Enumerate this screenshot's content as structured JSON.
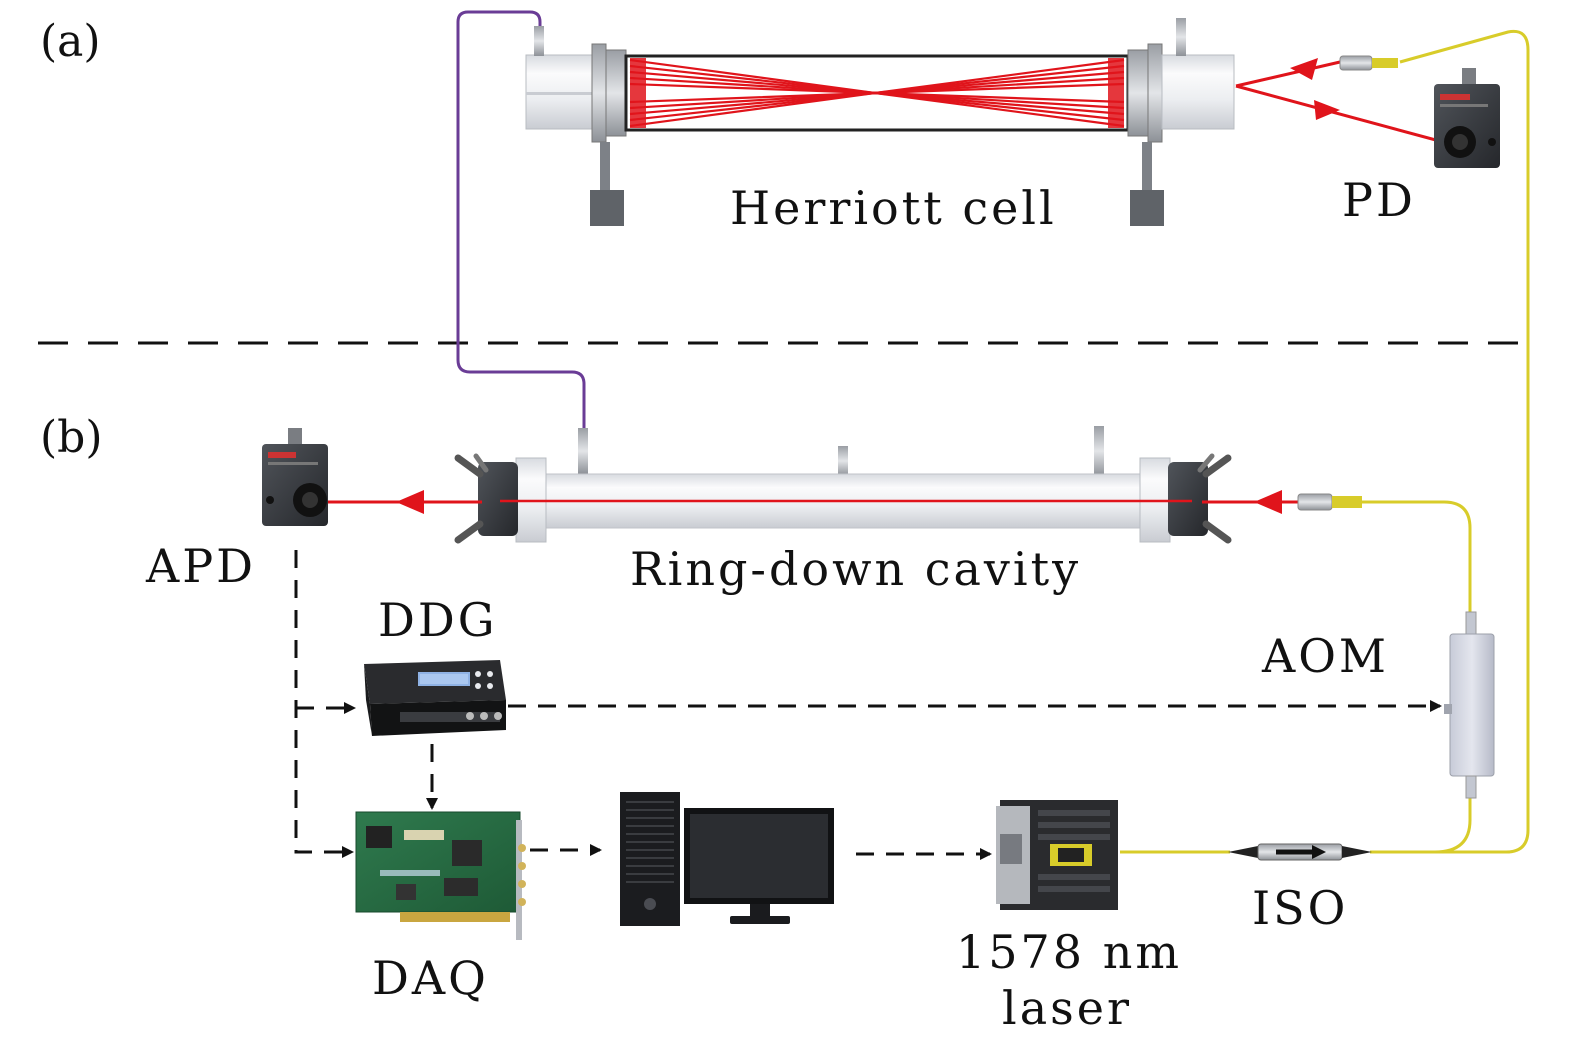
{
  "panels": {
    "a": "(a)",
    "b": "(b)"
  },
  "labels": {
    "herriott_cell": "Herriott cell",
    "pd": "PD",
    "apd": "APD",
    "ring_down_cavity": "Ring-down cavity",
    "ddg": "DDG",
    "aom": "AOM",
    "daq": "DAQ",
    "iso": "ISO",
    "laser_line1": "1578 nm",
    "laser_line2": "laser"
  },
  "colors": {
    "beam": "#e0141b",
    "fiber_yellow": "#d8cc2a",
    "fiber_purple": "#6a3c96",
    "signal_dashed": "#111111"
  }
}
